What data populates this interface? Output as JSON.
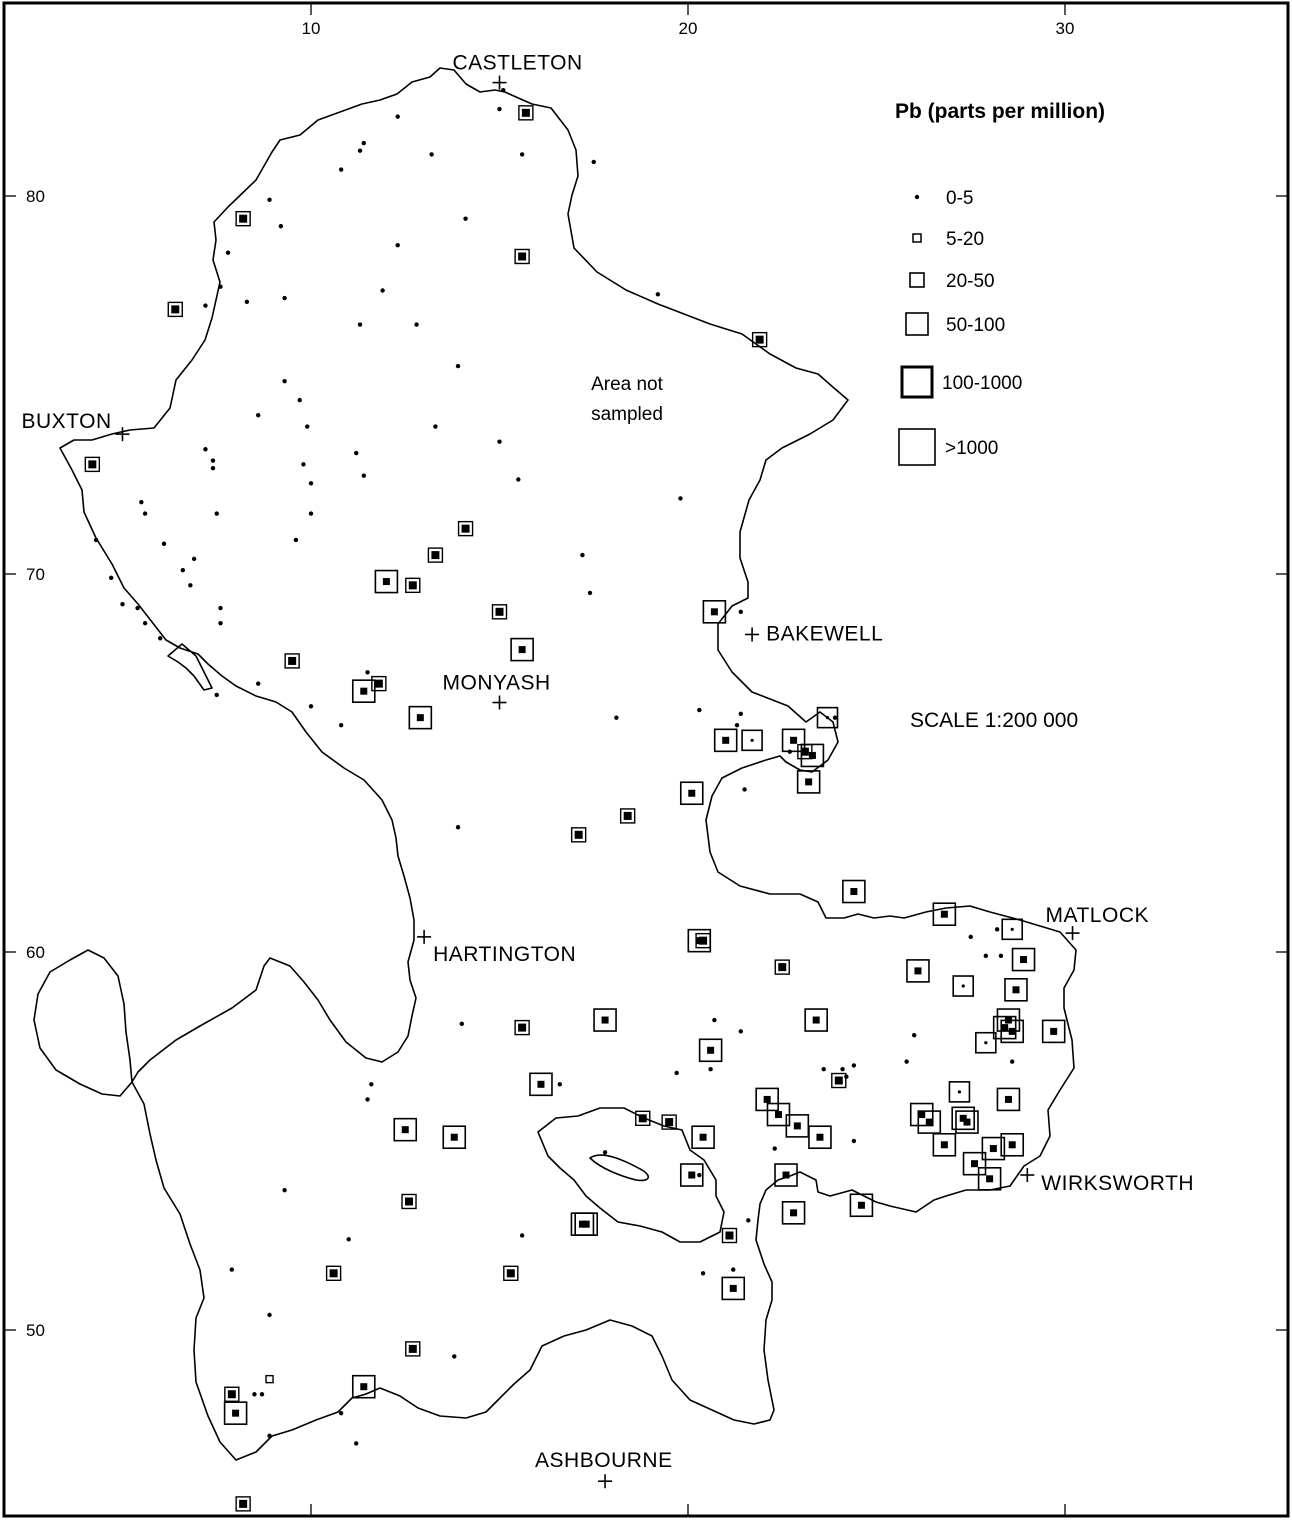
{
  "title": "Pb (parts per million)",
  "scale_label": "SCALE  1:200 000",
  "area_note": [
    "Area not",
    "sampled"
  ],
  "grid": {
    "x_ticks": [
      "10",
      "20",
      "30"
    ],
    "y_ticks": [
      "80",
      "70",
      "60",
      "50"
    ]
  },
  "legend": [
    {
      "label": "0-5",
      "cls": 0
    },
    {
      "label": "5-20",
      "cls": 1
    },
    {
      "label": "20-50",
      "cls": 2
    },
    {
      "label": "50-100",
      "cls": 3
    },
    {
      "label": "100-1000",
      "cls": 4
    },
    {
      "label": ">1000",
      "cls": 5
    }
  ],
  "towns": [
    {
      "name": "CASTLETON",
      "east": 15.0,
      "north": 83.0
    },
    {
      "name": "BUXTON",
      "east": 5.0,
      "north": 73.7
    },
    {
      "name": "BAKEWELL",
      "east": 21.7,
      "north": 68.4
    },
    {
      "name": "MONYASH",
      "east": 15.0,
      "north": 66.6
    },
    {
      "name": "HARTINGTON",
      "east": 13.0,
      "north": 60.4
    },
    {
      "name": "MATLOCK",
      "east": 30.2,
      "north": 60.5
    },
    {
      "name": "WIRKSWORTH",
      "east": 29.0,
      "north": 54.1
    },
    {
      "name": "ASHBOURNE",
      "east": 17.8,
      "north": 46.0
    }
  ],
  "chart_data": {
    "type": "scatter",
    "title": "Pb (parts per million)",
    "classes": [
      "0-5",
      "5-20",
      "20-50",
      "50-100",
      "100-1000",
      ">1000"
    ],
    "points": [
      [
        15.1,
        82.8,
        0
      ],
      [
        15.0,
        82.3,
        0
      ],
      [
        15.7,
        82.2,
        4
      ],
      [
        15.6,
        81.1,
        0
      ],
      [
        12.3,
        82.1,
        0
      ],
      [
        11.4,
        81.4,
        0
      ],
      [
        11.3,
        81.2,
        0
      ],
      [
        13.2,
        81.1,
        0
      ],
      [
        10.8,
        80.7,
        0
      ],
      [
        17.5,
        80.9,
        0
      ],
      [
        8.9,
        79.9,
        0
      ],
      [
        8.2,
        79.4,
        4
      ],
      [
        9.2,
        79.2,
        0
      ],
      [
        14.1,
        79.4,
        0
      ],
      [
        12.3,
        78.7,
        0
      ],
      [
        15.6,
        78.4,
        4
      ],
      [
        7.8,
        78.5,
        0
      ],
      [
        7.6,
        77.6,
        0
      ],
      [
        8.3,
        77.2,
        0
      ],
      [
        7.2,
        77.1,
        0
      ],
      [
        6.4,
        77.0,
        4
      ],
      [
        9.3,
        77.3,
        0
      ],
      [
        11.9,
        77.5,
        0
      ],
      [
        11.3,
        76.6,
        0
      ],
      [
        12.8,
        76.6,
        0
      ],
      [
        19.2,
        77.4,
        0
      ],
      [
        21.9,
        76.2,
        4
      ],
      [
        13.9,
        75.5,
        0
      ],
      [
        9.3,
        75.1,
        0
      ],
      [
        9.7,
        74.6,
        0
      ],
      [
        8.6,
        74.2,
        0
      ],
      [
        9.9,
        73.9,
        0
      ],
      [
        13.3,
        73.9,
        0
      ],
      [
        15.0,
        73.5,
        0
      ],
      [
        4.2,
        72.9,
        4
      ],
      [
        7.2,
        73.3,
        0
      ],
      [
        7.4,
        73.0,
        0
      ],
      [
        7.4,
        72.8,
        0
      ],
      [
        9.8,
        72.9,
        0
      ],
      [
        11.2,
        73.2,
        0
      ],
      [
        10.0,
        72.4,
        0
      ],
      [
        11.4,
        72.6,
        0
      ],
      [
        15.5,
        72.5,
        0
      ],
      [
        19.8,
        72.0,
        0
      ],
      [
        5.5,
        71.9,
        0
      ],
      [
        5.6,
        71.6,
        0
      ],
      [
        7.5,
        71.6,
        0
      ],
      [
        10.0,
        71.6,
        0
      ],
      [
        14.1,
        71.2,
        4
      ],
      [
        4.3,
        70.9,
        0
      ],
      [
        6.1,
        70.8,
        0
      ],
      [
        9.6,
        70.9,
        0
      ],
      [
        13.3,
        70.5,
        4
      ],
      [
        17.2,
        70.5,
        0
      ],
      [
        6.9,
        70.4,
        0
      ],
      [
        6.6,
        70.1,
        0
      ],
      [
        4.7,
        69.9,
        0
      ],
      [
        6.8,
        69.7,
        0
      ],
      [
        12.0,
        69.8,
        5
      ],
      [
        12.7,
        69.7,
        4
      ],
      [
        17.4,
        69.5,
        0
      ],
      [
        5.0,
        69.2,
        0
      ],
      [
        5.4,
        69.1,
        0
      ],
      [
        5.6,
        68.7,
        0
      ],
      [
        7.6,
        69.1,
        0
      ],
      [
        15.0,
        69.0,
        4
      ],
      [
        20.7,
        69.0,
        5
      ],
      [
        21.4,
        69.0,
        0
      ],
      [
        7.6,
        68.7,
        0
      ],
      [
        6.0,
        68.3,
        0
      ],
      [
        15.6,
        68.0,
        5
      ],
      [
        9.5,
        67.7,
        4
      ],
      [
        11.5,
        67.4,
        0
      ],
      [
        11.8,
        67.1,
        4
      ],
      [
        7.5,
        66.8,
        0
      ],
      [
        8.6,
        67.1,
        0
      ],
      [
        11.4,
        66.9,
        5
      ],
      [
        10.0,
        66.5,
        0
      ],
      [
        12.9,
        66.2,
        5
      ],
      [
        10.8,
        66.0,
        0
      ],
      [
        18.1,
        66.2,
        0
      ],
      [
        20.3,
        66.4,
        0
      ],
      [
        21.4,
        66.3,
        0
      ],
      [
        23.7,
        66.2,
        3
      ],
      [
        23.9,
        66.2,
        0
      ],
      [
        21.3,
        66.0,
        0
      ],
      [
        21.0,
        65.6,
        5
      ],
      [
        21.7,
        65.6,
        3
      ],
      [
        22.8,
        65.6,
        5
      ],
      [
        22.7,
        65.3,
        0
      ],
      [
        23.1,
        65.3,
        4
      ],
      [
        23.3,
        65.2,
        5
      ],
      [
        23.2,
        64.5,
        5
      ],
      [
        21.5,
        64.3,
        0
      ],
      [
        20.1,
        64.2,
        5
      ],
      [
        18.4,
        63.6,
        4
      ],
      [
        13.9,
        63.3,
        0
      ],
      [
        17.1,
        63.1,
        4
      ],
      [
        24.4,
        61.6,
        5
      ],
      [
        26.8,
        61.0,
        5
      ],
      [
        28.6,
        60.6,
        3
      ],
      [
        28.2,
        60.6,
        0
      ],
      [
        27.5,
        60.4,
        0
      ],
      [
        20.3,
        60.3,
        5
      ],
      [
        20.4,
        60.3,
        4
      ],
      [
        27.9,
        59.9,
        0
      ],
      [
        28.3,
        59.9,
        0
      ],
      [
        22.5,
        59.6,
        4
      ],
      [
        26.1,
        59.5,
        5
      ],
      [
        28.9,
        59.8,
        5
      ],
      [
        27.3,
        59.1,
        3
      ],
      [
        28.7,
        59.0,
        5
      ],
      [
        17.8,
        58.2,
        5
      ],
      [
        20.7,
        58.2,
        0
      ],
      [
        28.4,
        58.0,
        5
      ],
      [
        28.5,
        58.2,
        5
      ],
      [
        23.4,
        58.2,
        5
      ],
      [
        14.0,
        58.1,
        0
      ],
      [
        15.6,
        58.0,
        4
      ],
      [
        21.4,
        57.9,
        0
      ],
      [
        29.7,
        57.9,
        5
      ],
      [
        28.6,
        57.9,
        5
      ],
      [
        26.0,
        57.8,
        0
      ],
      [
        27.9,
        57.6,
        3
      ],
      [
        20.6,
        57.4,
        5
      ],
      [
        25.8,
        57.1,
        0
      ],
      [
        23.6,
        56.9,
        0
      ],
      [
        24.1,
        56.9,
        0
      ],
      [
        24.4,
        57.0,
        0
      ],
      [
        28.6,
        57.1,
        0
      ],
      [
        20.6,
        56.9,
        0
      ],
      [
        19.7,
        56.8,
        0
      ],
      [
        24.0,
        56.6,
        4
      ],
      [
        24.2,
        56.7,
        0
      ],
      [
        16.1,
        56.5,
        5
      ],
      [
        16.6,
        56.5,
        0
      ],
      [
        11.6,
        56.5,
        0
      ],
      [
        11.5,
        56.1,
        0
      ],
      [
        27.2,
        56.3,
        3
      ],
      [
        22.1,
        56.1,
        5
      ],
      [
        28.5,
        56.1,
        5
      ],
      [
        26.2,
        55.7,
        5
      ],
      [
        22.4,
        55.7,
        5
      ],
      [
        18.8,
        55.6,
        4
      ],
      [
        19.5,
        55.5,
        4
      ],
      [
        27.3,
        55.6,
        5
      ],
      [
        27.4,
        55.5,
        5
      ],
      [
        26.4,
        55.5,
        5
      ],
      [
        22.9,
        55.4,
        5
      ],
      [
        12.5,
        55.3,
        5
      ],
      [
        13.8,
        55.1,
        5
      ],
      [
        23.5,
        55.1,
        5
      ],
      [
        20.4,
        55.1,
        5
      ],
      [
        28.6,
        54.9,
        5
      ],
      [
        26.8,
        54.9,
        5
      ],
      [
        28.1,
        54.8,
        5
      ],
      [
        24.4,
        55.0,
        0
      ],
      [
        22.3,
        54.8,
        0
      ],
      [
        17.8,
        54.7,
        0
      ],
      [
        27.6,
        54.4,
        5
      ],
      [
        20.1,
        54.1,
        5
      ],
      [
        20.3,
        54.1,
        0
      ],
      [
        22.6,
        54.1,
        5
      ],
      [
        28.0,
        54.0,
        5
      ],
      [
        9.3,
        53.7,
        0
      ],
      [
        12.6,
        53.4,
        4
      ],
      [
        24.6,
        53.3,
        5
      ],
      [
        22.8,
        53.1,
        5
      ],
      [
        21.6,
        52.9,
        0
      ],
      [
        17.2,
        52.8,
        5
      ],
      [
        17.3,
        52.8,
        5
      ],
      [
        15.6,
        52.5,
        0
      ],
      [
        21.1,
        52.5,
        4
      ],
      [
        11.0,
        52.4,
        0
      ],
      [
        7.9,
        51.6,
        0
      ],
      [
        15.3,
        51.5,
        4
      ],
      [
        20.4,
        51.5,
        0
      ],
      [
        10.6,
        51.5,
        4
      ],
      [
        21.2,
        51.6,
        0
      ],
      [
        21.2,
        51.1,
        5
      ],
      [
        8.9,
        50.4,
        0
      ],
      [
        12.7,
        49.5,
        4
      ],
      [
        13.8,
        49.3,
        0
      ],
      [
        8.9,
        48.7,
        1
      ],
      [
        11.4,
        48.5,
        5
      ],
      [
        7.9,
        48.3,
        4
      ],
      [
        8.5,
        48.3,
        0
      ],
      [
        8.7,
        48.3,
        0
      ],
      [
        10.8,
        47.8,
        0
      ],
      [
        8.0,
        47.8,
        5
      ],
      [
        8.9,
        47.2,
        0
      ],
      [
        11.2,
        47.0,
        0
      ],
      [
        8.2,
        45.4,
        4
      ]
    ]
  }
}
